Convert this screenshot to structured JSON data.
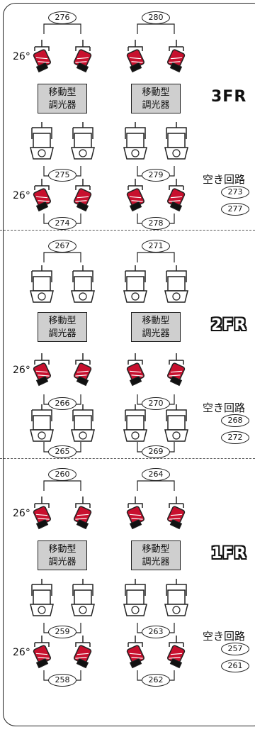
{
  "angle_label": "26°",
  "free_circuit_label": "空き回路",
  "dimmer_line1": "移動型",
  "dimmer_line2": "調光器",
  "floors": [
    {
      "label": "3FR",
      "top_circuits": [
        "276",
        "280"
      ],
      "mid_circuits": [
        "275",
        "279"
      ],
      "bottom_circuits": [
        "274",
        "278"
      ],
      "free_circuits": [
        "273",
        "277"
      ]
    },
    {
      "label": "2FR",
      "top_circuits": [
        "267",
        "271"
      ],
      "mid_circuits": [
        "266",
        "270"
      ],
      "bottom_circuits": [
        "265",
        "269"
      ],
      "free_circuits": [
        "268",
        "272"
      ]
    },
    {
      "label": "1FR",
      "top_circuits": [
        "260",
        "264"
      ],
      "mid_circuits": [
        "259",
        "263"
      ],
      "bottom_circuits": [
        "258",
        "262"
      ],
      "free_circuits": [
        "257",
        "261"
      ]
    }
  ],
  "colors": {
    "profile_spot": "#c8102e",
    "outline": "#222222",
    "dimmer_fill": "#cfcfcf"
  }
}
